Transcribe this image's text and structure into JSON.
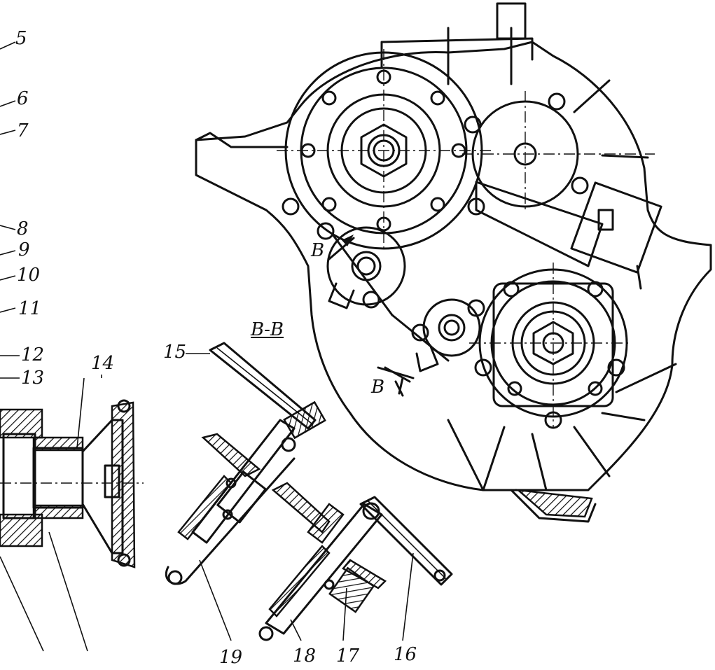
{
  "labels": {
    "l5": "5",
    "l6": "6",
    "l7": "7",
    "l8": "8",
    "l9": "9",
    "l10": "10",
    "l11": "11",
    "l12": "12",
    "l13": "13",
    "l14": "14",
    "l15": "15",
    "l16": "16",
    "l17": "17",
    "l18": "18",
    "l19": "19"
  },
  "section": {
    "title": "В-В",
    "mark_top": "В",
    "mark_bottom": "В"
  }
}
